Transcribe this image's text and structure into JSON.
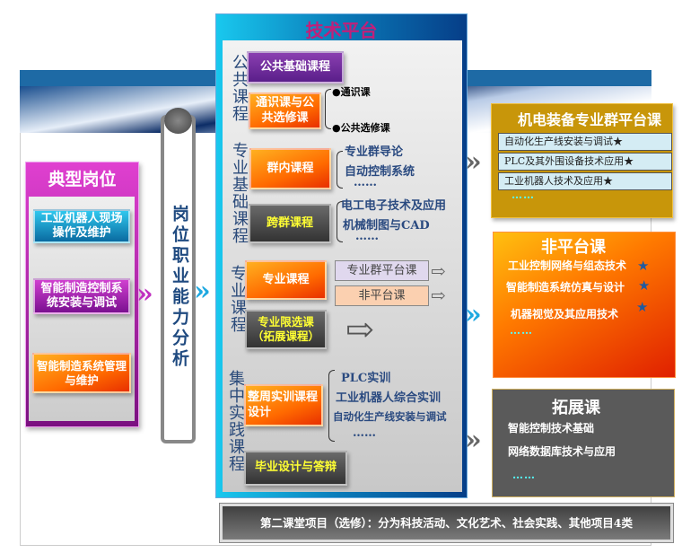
{
  "positions": {
    "title": "典型岗位",
    "items": [
      "工业机器人现场操作及维护",
      "智能制造控制系统安装与调试",
      "智能制造系统管理与维护"
    ]
  },
  "analysis": "岗位职业能力分析",
  "platform": {
    "title": "技术平台",
    "groups": {
      "public": "公共课程",
      "basic": "专业基础课程",
      "major": "专业课程",
      "practice": "集中实践课程"
    },
    "boxes": {
      "public_basic": "公共基础课程",
      "general": "通识课与公共选修课",
      "in_group": "群内课程",
      "cross_group": "跨群课程",
      "major": "专业课程",
      "restricted": "专业限选课（拓展课程）",
      "weekly": "整周实训课程设计",
      "graduation": "毕业设计与答辩"
    },
    "general_items": [
      "●通识课",
      "●公共选修课"
    ],
    "in_group_items": [
      "专业群导论",
      "自动控制系统",
      "……"
    ],
    "cross_items": [
      "电工电子技术及应用",
      "机械制图与CAD",
      "……"
    ],
    "major_items": [
      "专业群平台课",
      "非平台课"
    ],
    "practice_items": [
      "PLC实训",
      "工业机器人综合实训",
      "自动化生产线安装与调试",
      "……"
    ]
  },
  "platform_courses": {
    "title": "机电装备专业群平台课",
    "items": [
      "自动化生产线安装与调试★",
      "PLC及其外围设备技术应用★",
      "工业机器人技术及应用★"
    ],
    "more": "……"
  },
  "non_platform": {
    "title": "非平台课",
    "items": [
      "工业控制网络与组态技术",
      "智能制造系统仿真与设计",
      "机器视觉及其应用技术"
    ],
    "star": "★",
    "more": "……"
  },
  "extension": {
    "title": "拓展课",
    "items": [
      "智能控制技术基础",
      "网络数据库技术与应用"
    ],
    "more": "……"
  },
  "footer": "第二课堂项目（选修）：分为科技活动、文化艺术、社会实践、其他项目4类"
}
